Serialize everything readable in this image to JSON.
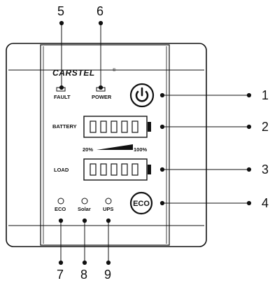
{
  "brand": "CARSTEL",
  "brand_mark": "®",
  "indicators": {
    "fault": "FAULT",
    "power": "POWER"
  },
  "battery_label": "BATTERY",
  "load_label": "LOAD",
  "scale": {
    "min": "20%",
    "max": "100%"
  },
  "battery_bars": 5,
  "load_bars": 5,
  "leds": [
    "ECO",
    "Solar",
    "UPS"
  ],
  "eco_button": "ECO",
  "power_icon": "power-icon",
  "callouts": [
    "1",
    "2",
    "3",
    "4",
    "5",
    "6",
    "7",
    "8",
    "9"
  ],
  "colors": {
    "line": "#111111",
    "panel": "#ffffff"
  }
}
